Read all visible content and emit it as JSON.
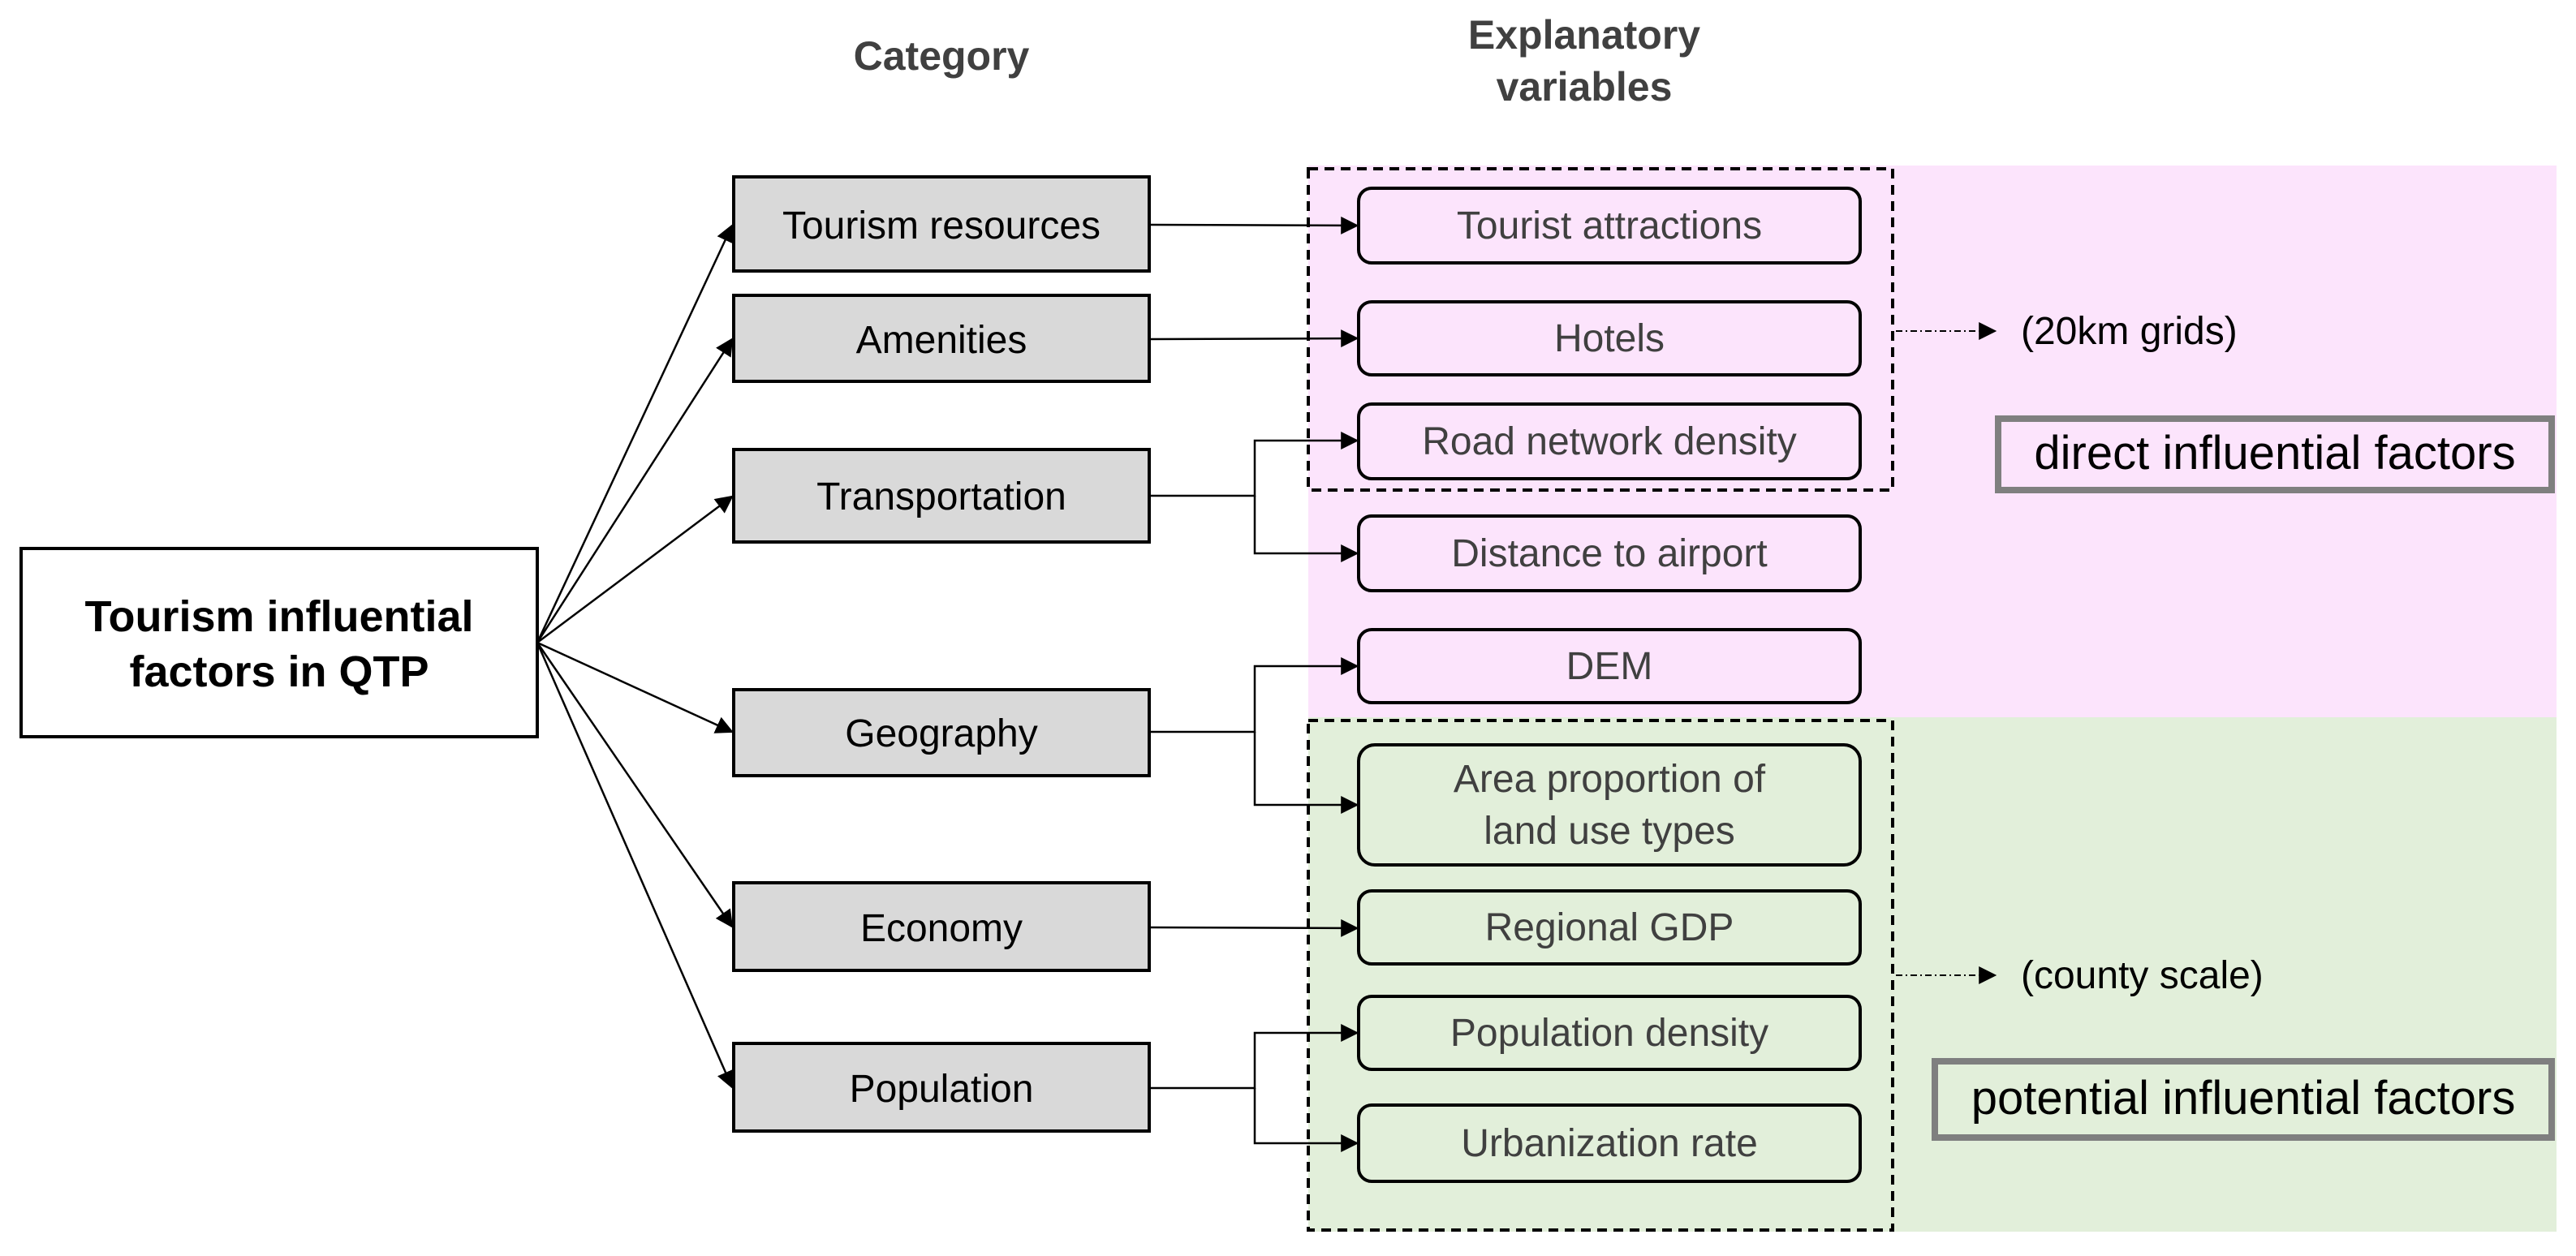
{
  "headers": {
    "category": "Category",
    "explanatory_line1": "Explanatory",
    "explanatory_line2": "variables"
  },
  "root": {
    "line1": "Tourism influential",
    "line2": "factors in QTP"
  },
  "categories": {
    "tourism_resources": "Tourism resources",
    "amenities": "Amenities",
    "transportation": "Transportation",
    "geography": "Geography",
    "economy": "Economy",
    "population": "Population"
  },
  "variables": {
    "tourist_attractions": "Tourist attractions",
    "hotels": "Hotels",
    "road_network_density": "Road network density",
    "distance_to_airport": "Distance to airport",
    "dem": "DEM",
    "area_proportion_line1": "Area proportion of",
    "area_proportion_line2": "land use types",
    "regional_gdp": "Regional GDP",
    "population_density": "Population density",
    "urbanization_rate": "Urbanization rate"
  },
  "scales": {
    "grid": "(20km grids)",
    "county": "(county scale)"
  },
  "factor_labels": {
    "direct": "direct influential factors",
    "potential": "potential influential factors"
  },
  "colors": {
    "pink_zone": "#fce4fc",
    "green_zone": "#e2efda",
    "category_fill": "#d9d9d9",
    "outline": "#000000",
    "variable_text": "#404040",
    "factor_frame": "#7f7f7f"
  }
}
